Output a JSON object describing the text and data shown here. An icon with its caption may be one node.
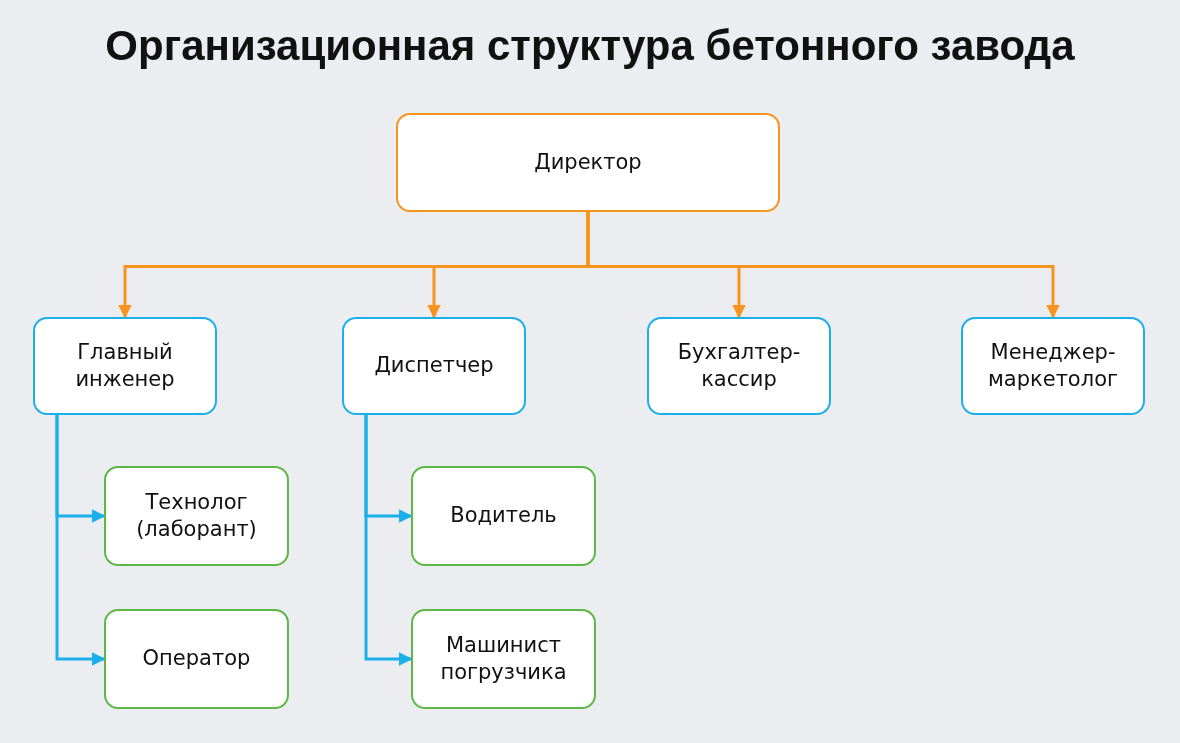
{
  "diagram": {
    "title": "Организационная структура бетонного завода",
    "nodes": [
      {
        "text": [
          "Директор"
        ]
      },
      {
        "text": [
          "Главный инженер"
        ]
      },
      {
        "text": [
          "Диспетчер"
        ]
      },
      {
        "text": [
          "Бухгалтер-кассир"
        ]
      },
      {
        "text": [
          "Менеджер-маркетолог"
        ]
      },
      {
        "text": [
          "Технолог (лаборант)"
        ]
      },
      {
        "text": [
          "Оператор"
        ]
      },
      {
        "text": [
          "Водитель"
        ]
      },
      {
        "text": [
          "Машинист погрузчика"
        ]
      }
    ],
    "edges": [
      {
        "from": 0,
        "to": 1,
        "arrow": "to",
        "color": "#f7941d"
      },
      {
        "from": 0,
        "to": 2,
        "arrow": "to",
        "color": "#f7941d"
      },
      {
        "from": 0,
        "to": 3,
        "arrow": "to",
        "color": "#f7941d"
      },
      {
        "from": 0,
        "to": 4,
        "arrow": "to",
        "color": "#f7941d"
      },
      {
        "from": 1,
        "to": 5,
        "arrow": "to",
        "color": "#1cb0ea"
      },
      {
        "from": 1,
        "to": 6,
        "arrow": "to",
        "color": "#1cb0ea"
      },
      {
        "from": 2,
        "to": 7,
        "arrow": "to",
        "color": "#1cb0ea"
      },
      {
        "from": 2,
        "to": 8,
        "arrow": "to",
        "color": "#1cb0ea"
      }
    ]
  }
}
